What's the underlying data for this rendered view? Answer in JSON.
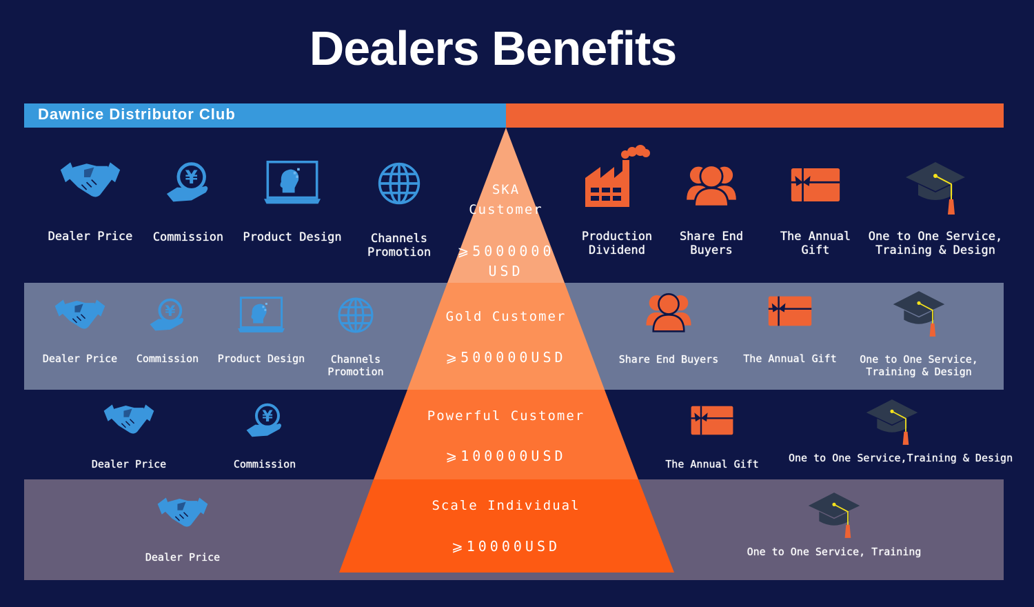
{
  "title": "Dealers Benefits",
  "club": "Dawnice Distributor Club",
  "colors": {
    "blue": "#3799dc",
    "orange": "#ef6334",
    "navy": "#0e1646"
  },
  "tiers": [
    {
      "name": "SKA Customer",
      "name_l1": "SKA",
      "name_l2": "Customer",
      "threshold_l1": "⩾5000000",
      "threshold_l2": "USD",
      "left": [
        {
          "icon": "handshake-icon",
          "label": "Dealer Price"
        },
        {
          "icon": "yen-hand-icon",
          "label": "Commission"
        },
        {
          "icon": "laptop-design-icon",
          "label": "Product Design"
        },
        {
          "icon": "globe-icon",
          "label": "Channels\nPromotion"
        }
      ],
      "right": [
        {
          "icon": "factory-icon",
          "label": "Production\nDividend"
        },
        {
          "icon": "users-icon",
          "label": "Share End\nBuyers"
        },
        {
          "icon": "gift-icon",
          "label": "The Annual\nGift"
        },
        {
          "icon": "graduation-cap-icon",
          "label": "One to One Service,\nTraining & Design"
        }
      ]
    },
    {
      "name": "Gold Customer",
      "threshold": "⩾500000USD",
      "left": [
        {
          "icon": "handshake-icon",
          "label": "Dealer Price"
        },
        {
          "icon": "yen-hand-icon",
          "label": "Commission"
        },
        {
          "icon": "laptop-design-icon",
          "label": "Product Design"
        },
        {
          "icon": "globe-icon",
          "label": "Channels\nPromotion"
        }
      ],
      "right": [
        {
          "icon": "users-icon",
          "label": "Share End Buyers"
        },
        {
          "icon": "gift-icon",
          "label": "The Annual Gift"
        },
        {
          "icon": "graduation-cap-icon",
          "label": "One to One Service,\nTraining & Design"
        }
      ]
    },
    {
      "name": "Powerful Customer",
      "threshold": "⩾100000USD",
      "left": [
        {
          "icon": "handshake-icon",
          "label": "Dealer Price"
        },
        {
          "icon": "yen-hand-icon",
          "label": "Commission"
        }
      ],
      "right": [
        {
          "icon": "gift-icon",
          "label": "The Annual Gift"
        },
        {
          "icon": "graduation-cap-icon",
          "label": "One to One Service,Training & Design"
        }
      ]
    },
    {
      "name": "Scale Individual",
      "threshold": "⩾10000USD",
      "left": [
        {
          "icon": "handshake-icon",
          "label": "Dealer Price"
        }
      ],
      "right": [
        {
          "icon": "graduation-cap-icon",
          "label": "One to One Service, Training"
        }
      ]
    }
  ]
}
